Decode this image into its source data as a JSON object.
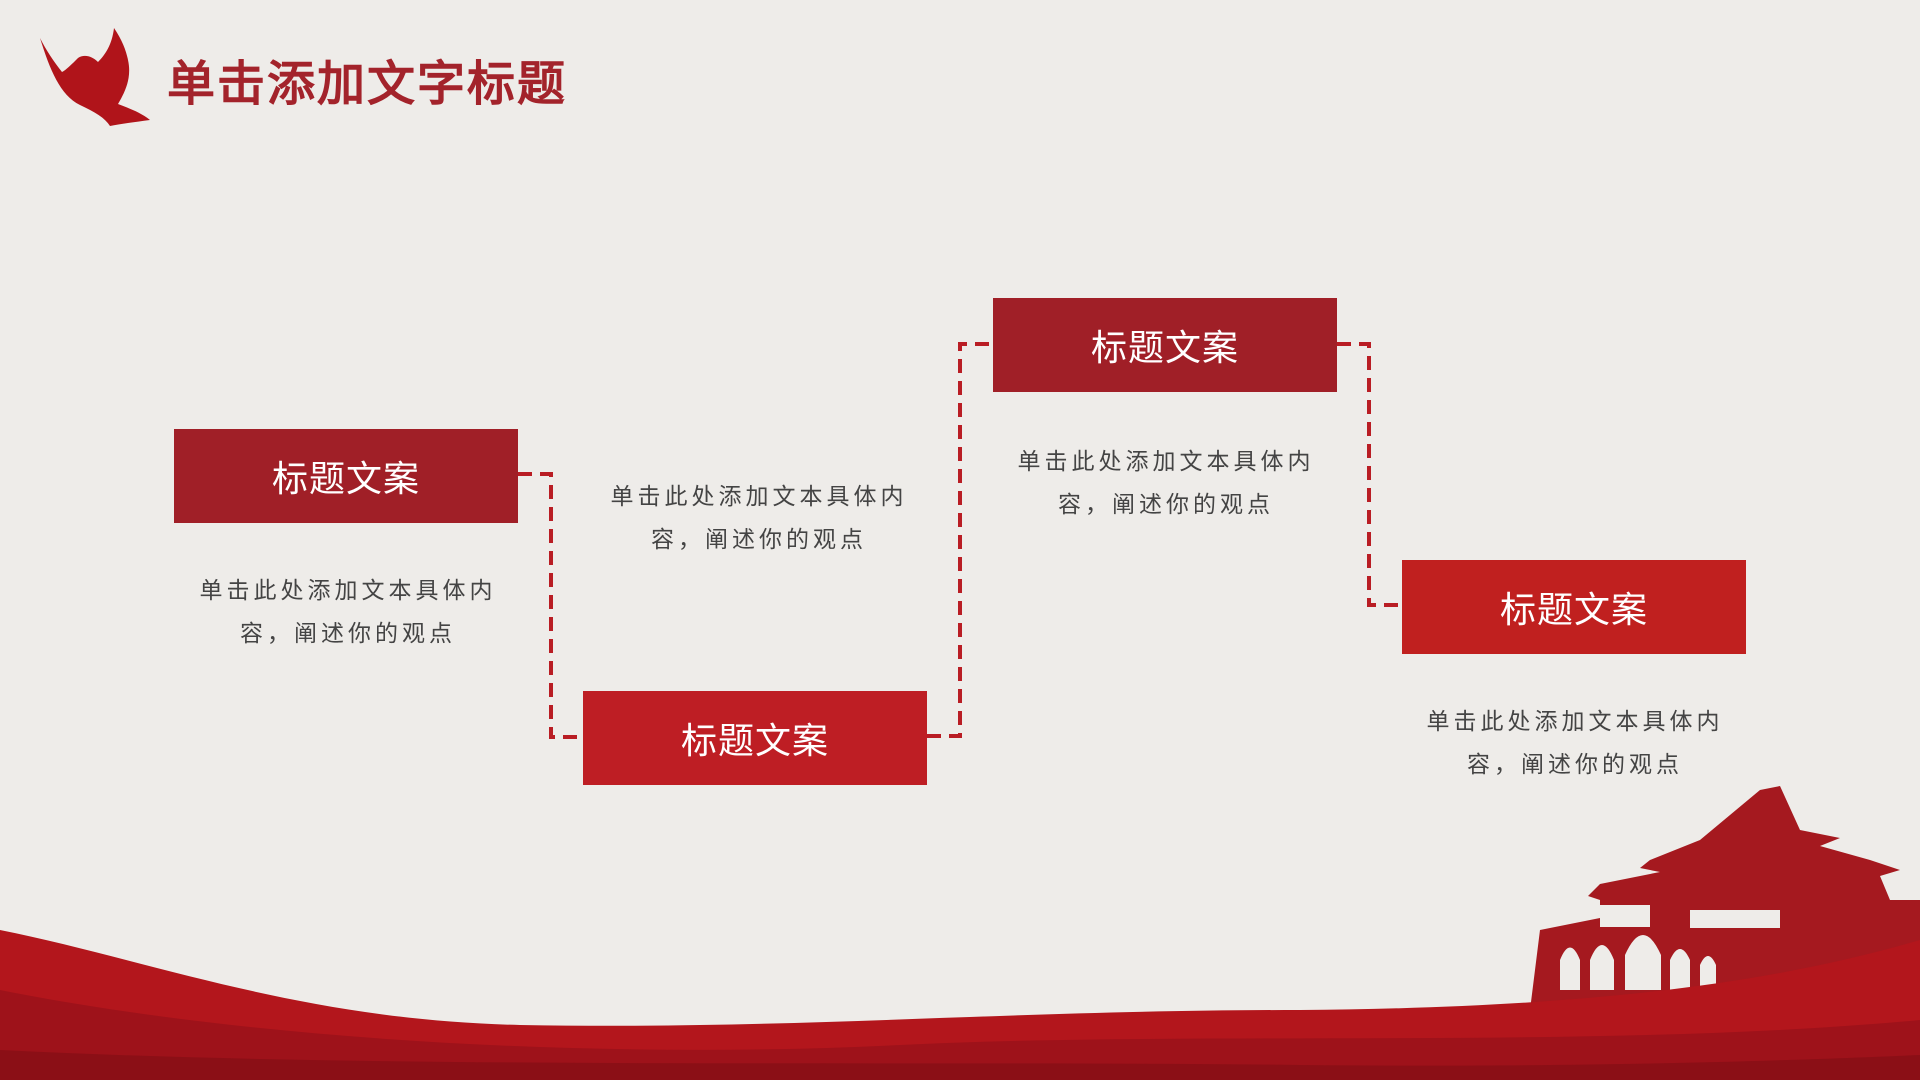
{
  "header": {
    "title": "单击添加文字标题",
    "logo_icon": "dove-icon"
  },
  "colors": {
    "dark_red": "#a01f27",
    "red": "#be1e24",
    "background": "#eeece9"
  },
  "steps": [
    {
      "title": "标题文案",
      "text": "单击此处添加文本具体内容，阐述你的观点"
    },
    {
      "title": "标题文案",
      "text": "单击此处添加文本具体内容，阐述你的观点"
    },
    {
      "title": "标题文案",
      "text": "单击此处添加文本具体内容，阐述你的观点"
    },
    {
      "title": "标题文案",
      "text": "单击此处添加文本具体内容，阐述你的观点"
    }
  ]
}
